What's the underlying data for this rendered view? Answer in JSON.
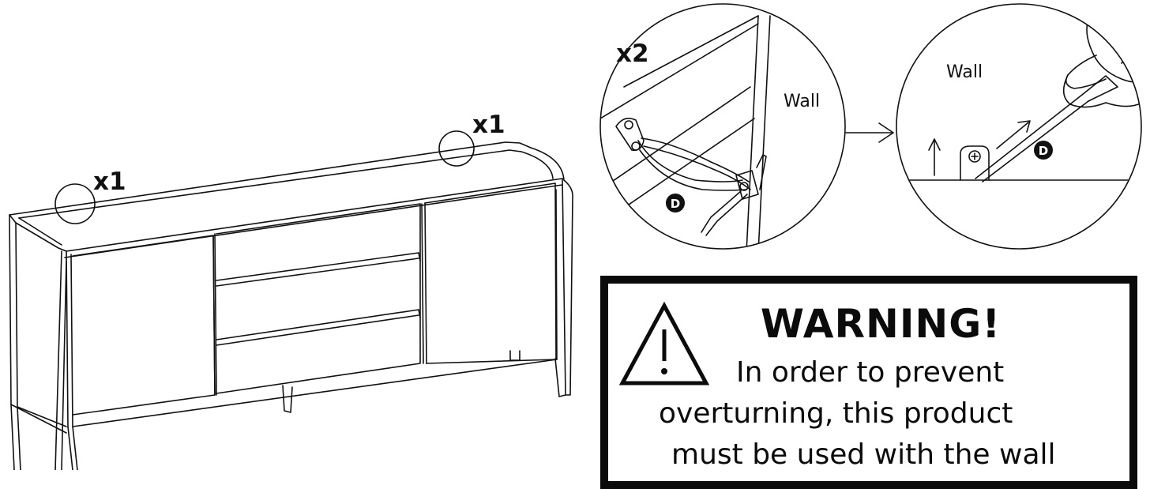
{
  "labels": {
    "qty_left": "x1",
    "qty_right": "x1",
    "qty_strap": "x2",
    "wall_left": "Wall",
    "wall_right": "Wall",
    "part_d_left": "D",
    "part_d_right": "D"
  },
  "warning": {
    "title": "WARNING!",
    "line1": "In order to prevent",
    "line2": "overturning, this product",
    "line3": "must be used with the wall"
  },
  "icons": {
    "warning": "warning-triangle-icon",
    "arrow_right": "arrow-right-icon",
    "arrow_up": "arrow-up-icon",
    "arrow_diag": "arrow-diagonal-icon",
    "screw": "screw-icon"
  }
}
